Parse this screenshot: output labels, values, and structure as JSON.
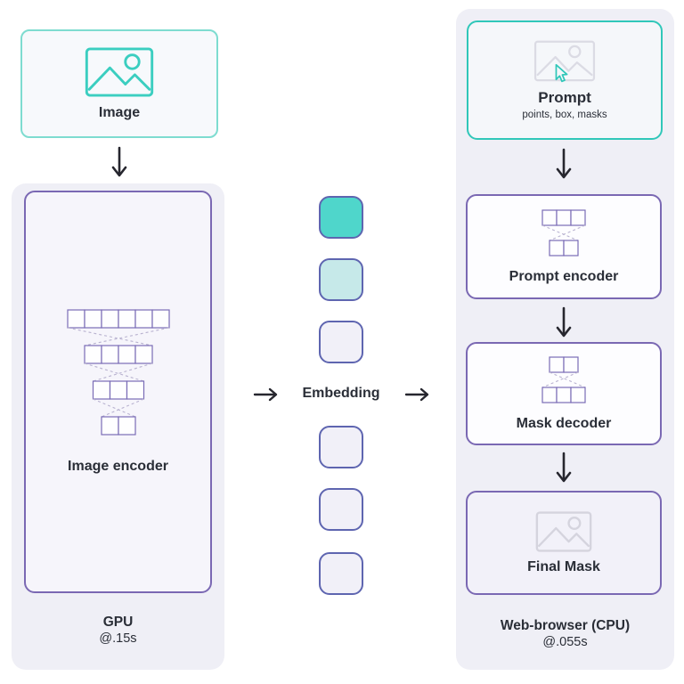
{
  "colors": {
    "page_bg": "#FFFFFF",
    "panel_bg": "#EFEFF6",
    "teal_icon": "#3BCEC0",
    "image_box_border": "#7EDCD0",
    "prompt_box_border": "#30C7B9",
    "purple_box_border": "#7A68B3",
    "square_border": "#5E65B0",
    "square_teal": "#4FD6CB",
    "square_light_teal": "#C6E9E9",
    "square_lavender": "#F1F0F8",
    "funnel_cell_stroke": "#7A6CB6",
    "funnel_dashed": "#B9B3D0",
    "faded_icon": "#DBDBE4",
    "arrow": "#26262E",
    "text": "#2A2E37"
  },
  "left": {
    "image_box": {
      "label": "Image"
    },
    "gpu_panel": {
      "encoder_label": "Image encoder",
      "funnel_rows": [
        6,
        4,
        3,
        2
      ],
      "caption_title": "GPU",
      "caption_sub": "@.15s"
    }
  },
  "middle": {
    "embedding_label": "Embedding",
    "squares": [
      "#4FD6CB",
      "#C6E9E9",
      "#F1F0F8",
      "#F1F0F8",
      "#F1F0F8",
      "#F1F0F8"
    ]
  },
  "right": {
    "prompt_box": {
      "title": "Prompt",
      "subtitle": "points, box, masks"
    },
    "prompt_encoder": {
      "label": "Prompt encoder",
      "funnel_rows": [
        3,
        2
      ]
    },
    "mask_decoder": {
      "label": "Mask decoder",
      "funnel_rows": [
        2,
        3
      ]
    },
    "final_mask": {
      "label": "Final Mask"
    },
    "caption_title": "Web-browser (CPU)",
    "caption_sub": "@.055s"
  }
}
